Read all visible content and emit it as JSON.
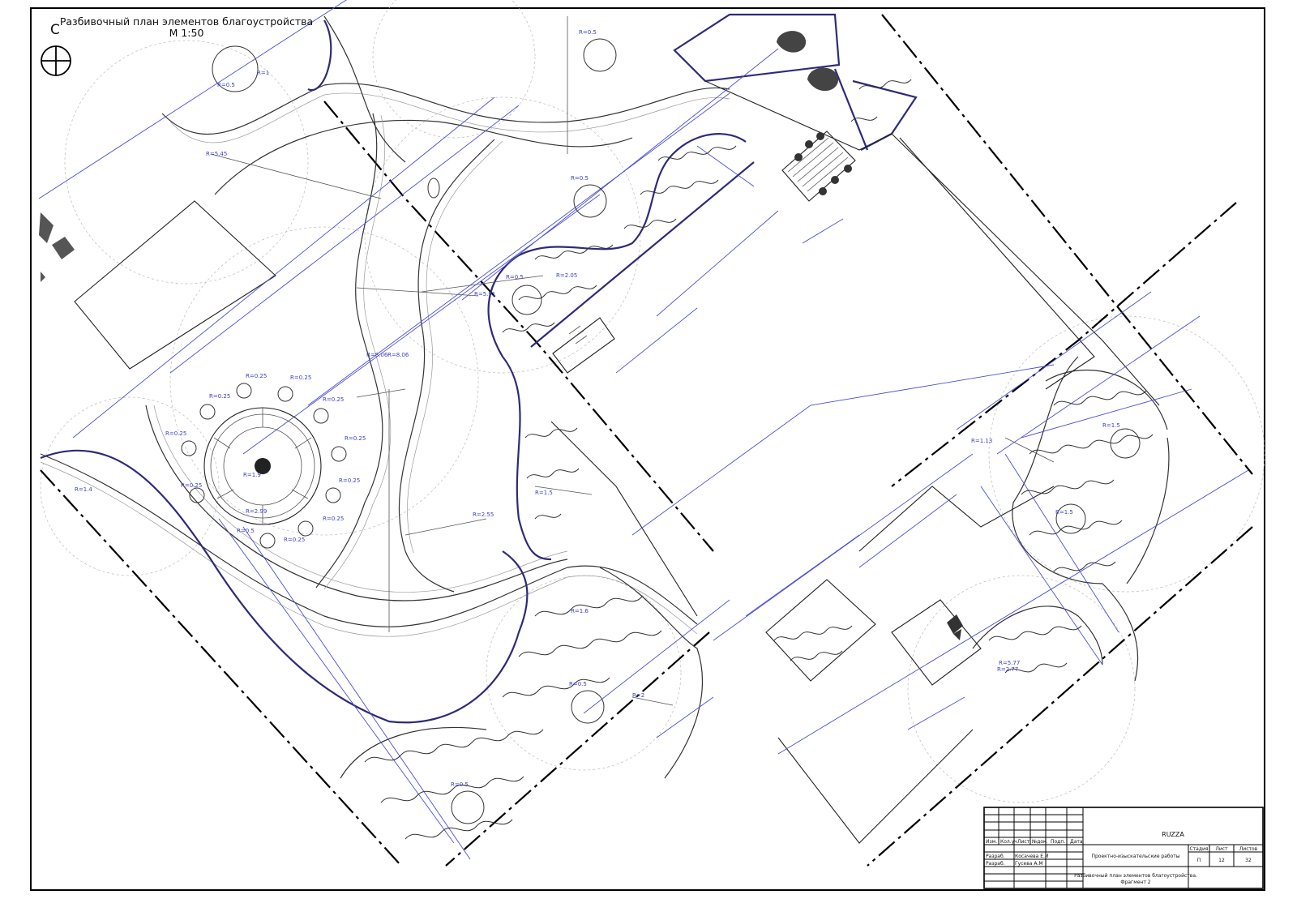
{
  "drawing": {
    "title_line1": "Разбивочный план элементов благоустройства",
    "title_line2": "М 1:50",
    "north_letter": "С"
  },
  "radius_labels": [
    "R=1",
    "R=0.25",
    "R=0.25",
    "R=0.25",
    "R=0.25",
    "R=0.25",
    "R=0.25",
    "R=0.25",
    "R=0.25",
    "R=0.25",
    "R=0.25",
    "R=0.5",
    "R=0.5",
    "R=0.5",
    "R=0.5",
    "R=0.5",
    "R=0.5",
    "R=0.5",
    "R=1.9",
    "R=2.99",
    "R=1.4",
    "R=5.45",
    "R=8.06",
    "R=8.06",
    "R=5.91",
    "R=2.55",
    "R=1.5",
    "R=1.6",
    "R=2",
    "R=1.13",
    "R=1.5",
    "R=1.5",
    "R=5.77",
    "R=2.77",
    "R=2.05"
  ],
  "title_block": {
    "project": "RUZZA",
    "header_cells": [
      "Изм.",
      "Кол.уч",
      "Лист",
      "№док.",
      "Подп.",
      "Дата"
    ],
    "rows": [
      {
        "role": "Разраб.",
        "name": "Косачева Е.И"
      },
      {
        "role": "Разраб.",
        "name": "Гусева А.М"
      }
    ],
    "work_type": "Проектно-изыскательские работы",
    "stage_header": "Стадия",
    "sheet_header": "Лист",
    "sheets_header": "Листов",
    "stage": "П",
    "sheet": "12",
    "sheets": "32",
    "sheet_name_line1": "Разбивочный план элементов благоустройства.",
    "sheet_name_line2": "Фрагмент 2"
  }
}
